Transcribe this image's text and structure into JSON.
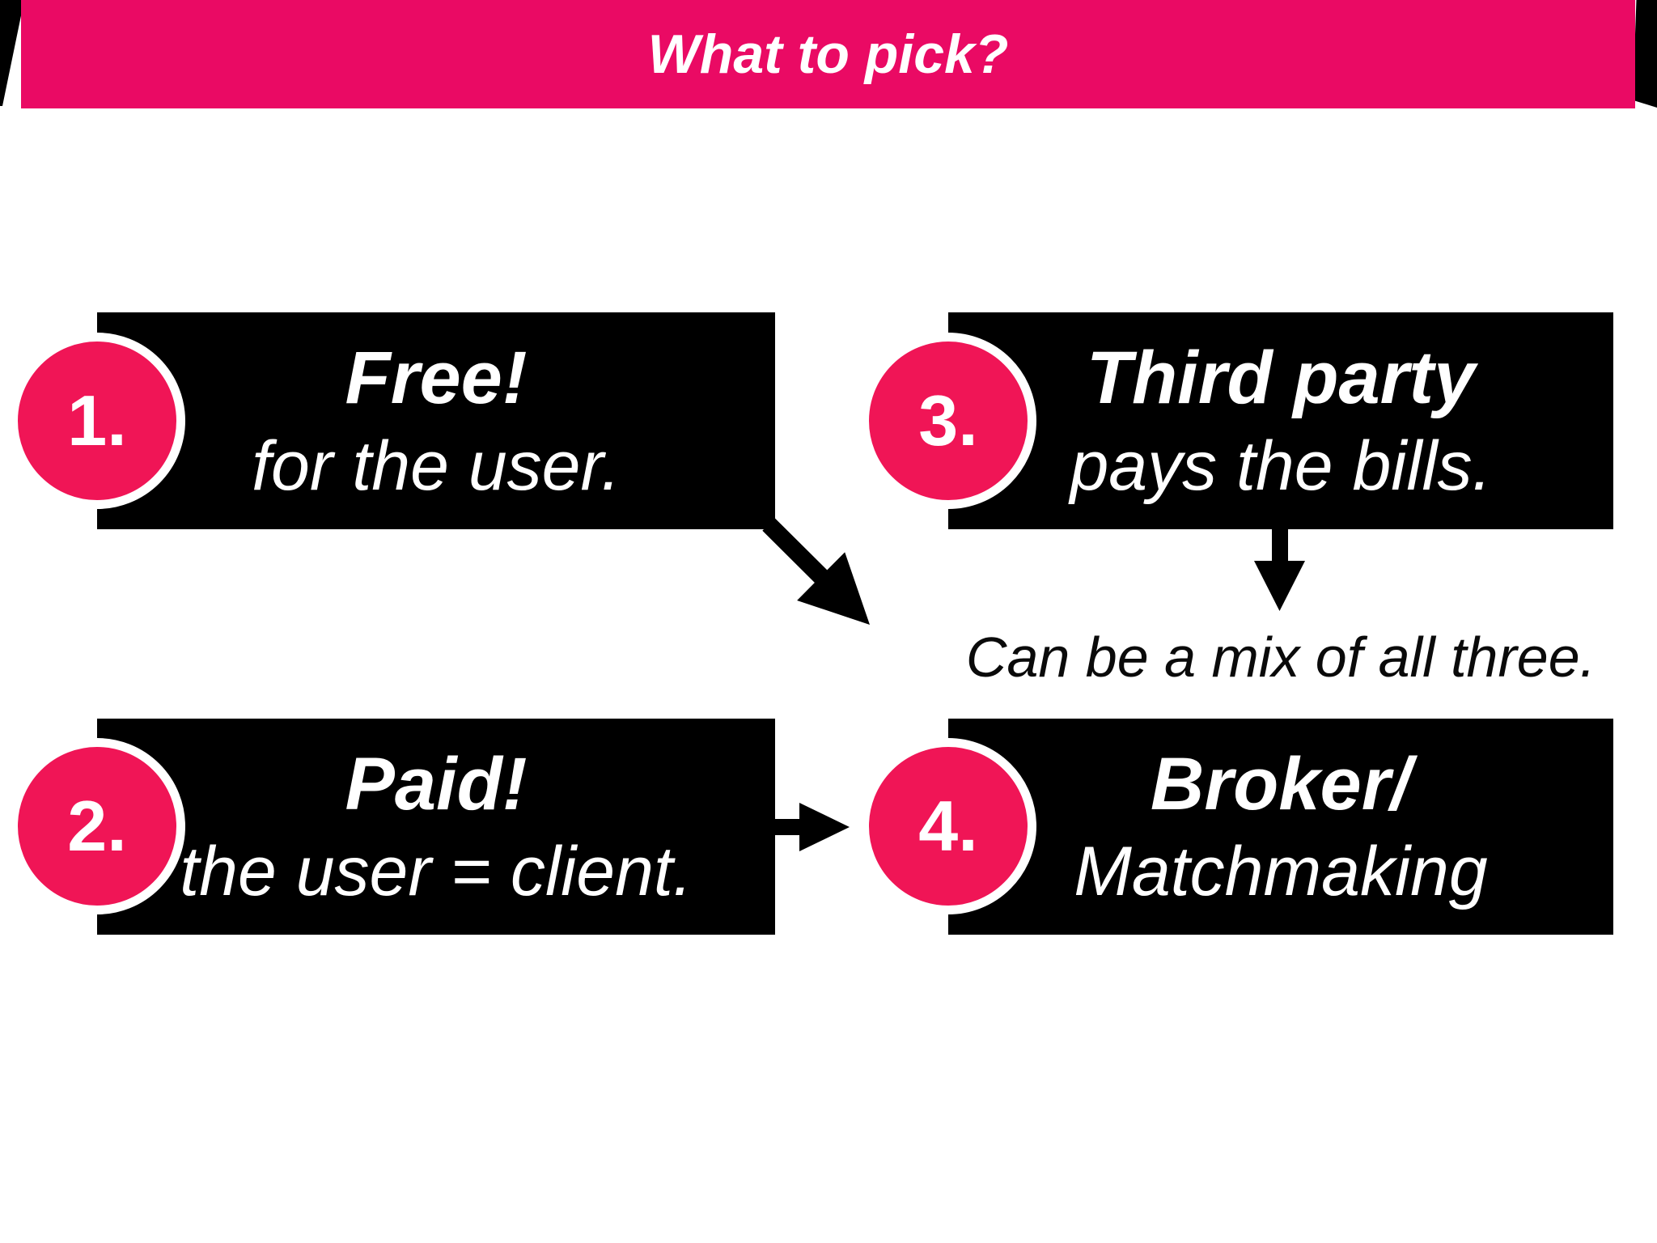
{
  "header": {
    "title": "What to pick?"
  },
  "items": [
    {
      "number": "1.",
      "title": "Free!",
      "subtitle": "for the user."
    },
    {
      "number": "2.",
      "title": "Paid!",
      "subtitle": "the user = client."
    },
    {
      "number": "3.",
      "title": "Third party",
      "subtitle": "pays the bills."
    },
    {
      "number": "4.",
      "title": "Broker/",
      "subtitle": "Matchmaking"
    }
  ],
  "note": "Can be a mix of all three.",
  "icons": [
    "arrow-down-right-icon",
    "arrow-down-icon",
    "arrow-right-icon"
  ],
  "colors": {
    "banner_pink": "#EA0A64",
    "badge_pink": "#F01556",
    "box_black": "#000000",
    "text_white": "#FFFFFF",
    "note_black": "#0A0A0A"
  }
}
